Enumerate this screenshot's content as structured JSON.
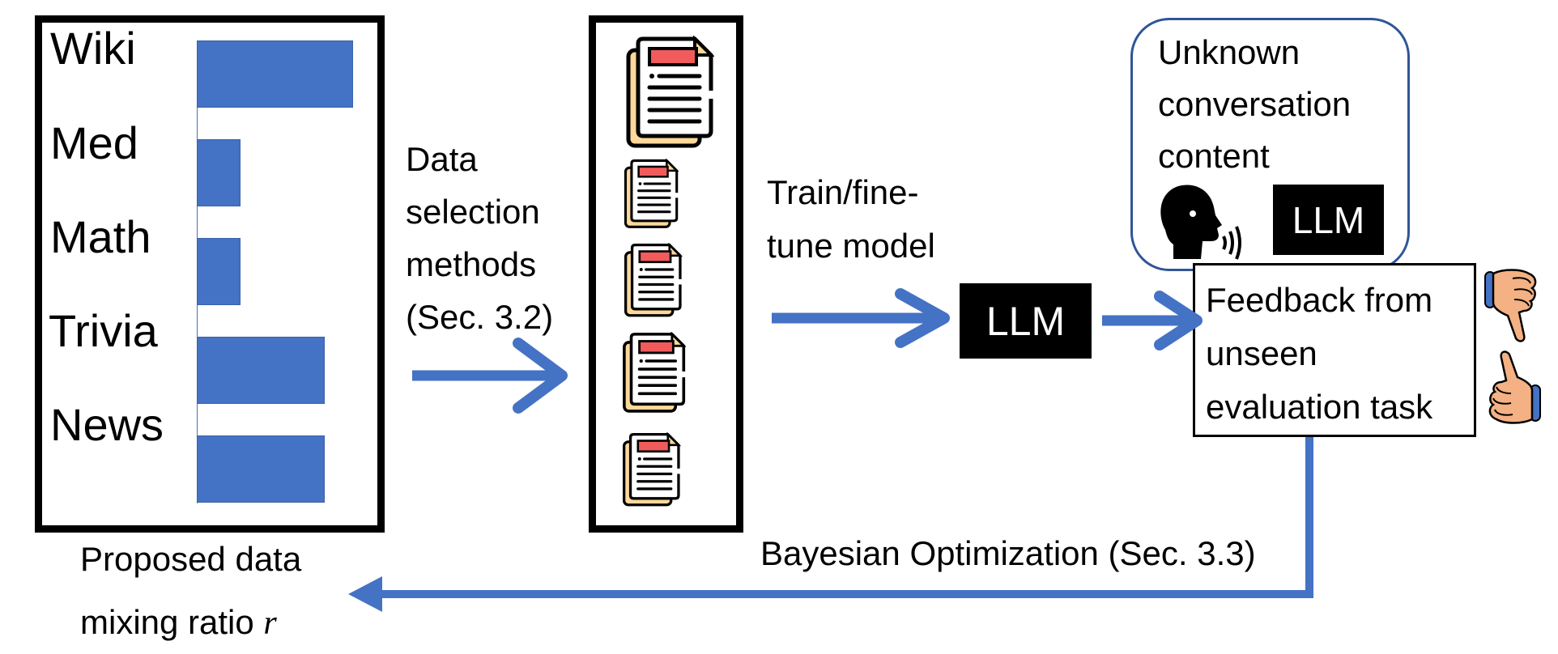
{
  "diagram": {
    "mixture_panel": {
      "categories": [
        "Wiki",
        "Med",
        "Math",
        "Trivia",
        "News"
      ],
      "relative_values": [
        1.0,
        0.28,
        0.28,
        0.82,
        0.82
      ],
      "bar_color": "#4472c4"
    },
    "caption_mixing": {
      "line1": "Proposed data",
      "line2": "mixing ratio ",
      "variable": "r"
    },
    "data_selection_label": [
      "Data",
      "selection",
      "methods",
      "(Sec. 3.2)"
    ],
    "documents_panel": {
      "icon": "stacked-documents-icon",
      "count": 5
    },
    "train_label": [
      "Train/fine-",
      "tune model"
    ],
    "llm_main": "LLM",
    "unknown_box": {
      "lines": [
        "Unknown",
        "conversation",
        "content"
      ],
      "speaker_icon": "speaking-head-icon",
      "llm_label": "LLM",
      "border_color": "#2f5597"
    },
    "feedback_box": {
      "lines": [
        "Feedback from",
        "unseen",
        "evaluation task"
      ],
      "icons": [
        "thumbs-down-icon",
        "thumbs-up-icon"
      ]
    },
    "bo_label": "Bayesian Optimization (Sec. 3.3)",
    "arrow_color": "#4472c4"
  }
}
